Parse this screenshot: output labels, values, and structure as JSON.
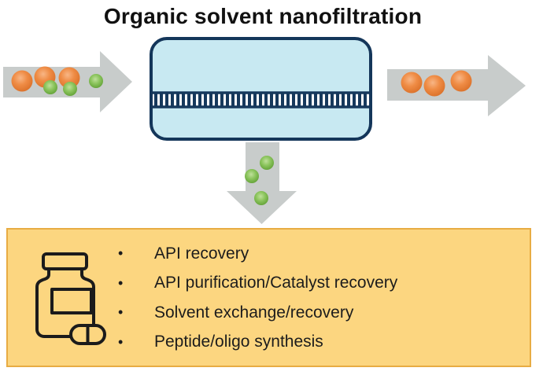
{
  "title": "Organic solvent nanofiltration",
  "bullet_char": "•",
  "diagram": {
    "membrane_module": "nanofiltration-membrane-module",
    "streams": {
      "feed": {
        "direction": "right",
        "orange_particles": 3,
        "green_particles": 3
      },
      "retentate": {
        "direction": "right",
        "orange_particles": 3
      },
      "permeate": {
        "direction": "down",
        "green_particles": 3
      }
    }
  },
  "colors": {
    "arrow_gray": "#c8cccb",
    "module_fill": "#c8e9f2",
    "module_border": "#14365a",
    "orange_particle": "#ed8742",
    "green_particle": "#6fb43d",
    "box_fill": "#fcd680",
    "box_border": "#e8ac43",
    "text": "#1c1c1c"
  },
  "applications": {
    "icon": "medicine-bottle-icon",
    "items": [
      "API recovery",
      "API purification/Catalyst recovery",
      "Solvent exchange/recovery",
      "Peptide/oligo synthesis"
    ]
  }
}
